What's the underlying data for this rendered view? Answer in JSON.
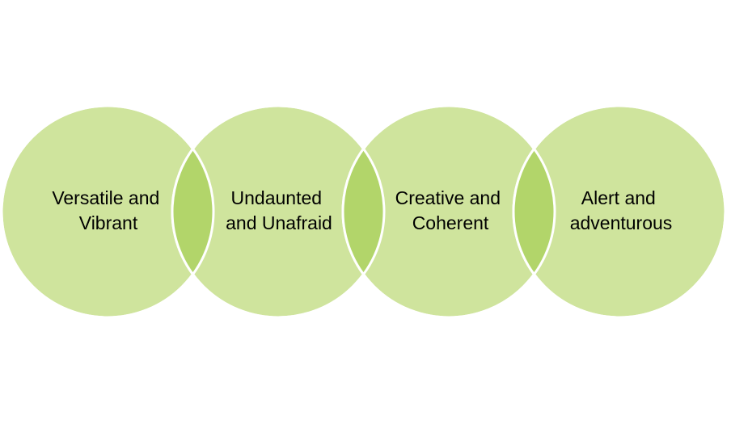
{
  "diagram": {
    "circles": [
      {
        "line1": "Versatile and",
        "line2": "Vibrant"
      },
      {
        "line1": "Undaunted",
        "line2": "and Unafraid"
      },
      {
        "line1": "Creative and",
        "line2": "Coherent"
      },
      {
        "line1": "Alert and",
        "line2": "adventurous"
      }
    ],
    "colors": {
      "circle_fill": "#cfe49d",
      "overlap_fill": "#b2d56a",
      "outline": "#ffffff",
      "text": "#000000"
    }
  }
}
